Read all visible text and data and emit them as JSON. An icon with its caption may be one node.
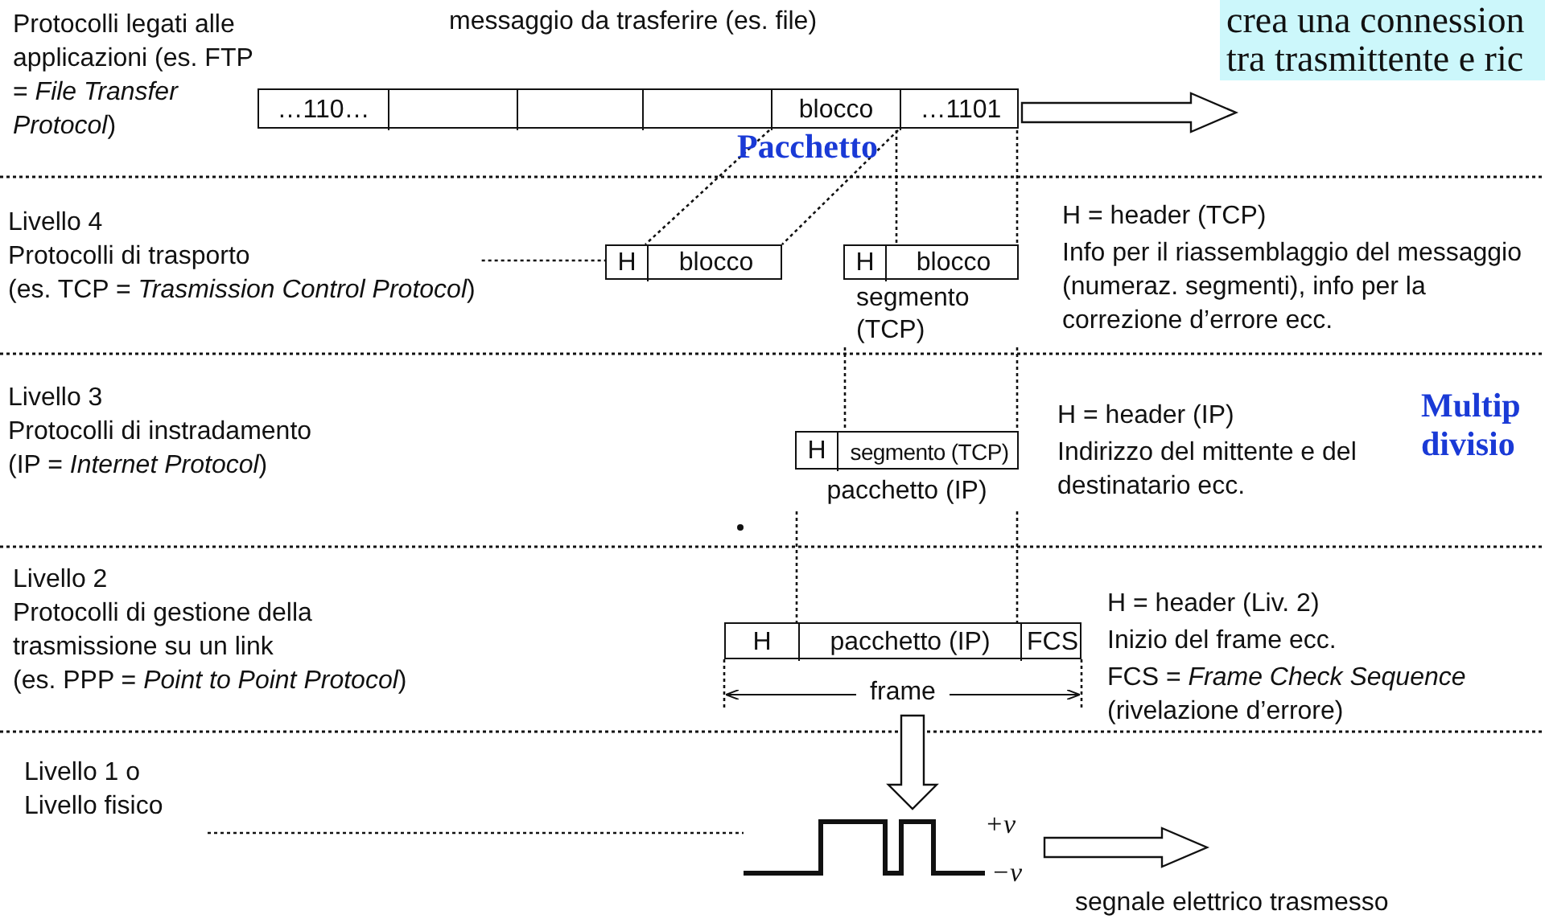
{
  "diagram": {
    "nodes": [
      {
        "text": [
          "messaggio da trasferire (es. file)"
        ]
      },
      {
        "text": [
          "…110…"
        ],
        "in": 0
      },
      {
        "text": [],
        "shape": "box",
        "in": 0
      },
      {
        "text": [],
        "shape": "box",
        "in": 0
      },
      {
        "text": [],
        "shape": "box",
        "in": 0
      },
      {
        "text": [
          "blocco"
        ],
        "in": 0
      },
      {
        "text": [
          "…1101"
        ],
        "in": 0
      },
      {
        "text": [
          "Livello 4",
          "Protocolli di trasporto",
          "(es. TCP = *Trasmission Control Protocol*)"
        ]
      },
      {
        "text": [],
        "shape": "box"
      },
      {
        "text": [
          "H"
        ],
        "in": 8
      },
      {
        "text": [
          "blocco"
        ],
        "in": 8
      },
      {
        "text": [],
        "shape": "box",
        "beside": [
          "segmento (TCP)"
        ]
      },
      {
        "text": [
          "H"
        ],
        "in": 11
      },
      {
        "text": [
          "blocco"
        ],
        "in": 11
      },
      {
        "text": [
          "Livello 3",
          "Protocolli di instradamento",
          "(IP = *Internet Protocol*)"
        ]
      },
      {
        "text": [],
        "shape": "box",
        "beside": [
          "pacchetto (IP)"
        ]
      },
      {
        "text": [
          "H"
        ],
        "in": 15
      },
      {
        "text": [
          "segmento (TCP)"
        ],
        "in": 15
      },
      {
        "text": [
          "Livello 2",
          "Protocolli di gestione della trasmissione su un link",
          "(es. PPP = *Point to Point Protocol*)"
        ]
      },
      {
        "text": [],
        "shape": "box",
        "beside": [
          "frame"
        ]
      },
      {
        "text": [
          "H"
        ],
        "in": 19
      },
      {
        "text": [
          "pacchetto (IP)"
        ],
        "in": 19
      },
      {
        "text": [
          "FCS"
        ],
        "in": 19
      },
      {
        "text": [
          "Livello 1 o Livello fisico"
        ]
      },
      {
        "text": [
          "+v",
          "−v"
        ]
      },
      {
        "text": [
          "crea una connession tra trasmittente e ric"
        ]
      }
    ],
    "edges": [
      {
        "from": 5,
        "to": 8,
        "arrow": "none",
        "style": "dashed"
      },
      {
        "from": 5,
        "to": 8,
        "arrow": "none",
        "style": "dashed"
      },
      {
        "from": 7,
        "to": 8,
        "arrow": "none",
        "style": "dashed"
      },
      {
        "from": 19,
        "to": 24,
        "arrow": "to"
      },
      {
        "from": 0,
        "to": null,
        "arrow": "to"
      },
      {
        "from": 24,
        "to": null,
        "arrow": "to"
      },
      {
        "from": 23,
        "to": 24,
        "arrow": "none",
        "style": "dashed"
      },
      {
        "from": 5,
        "to": 11,
        "arrow": "none",
        "style": "dashed"
      },
      {
        "from": 6,
        "to": 11,
        "arrow": "none",
        "style": "dashed"
      },
      {
        "from": 11,
        "to": 15,
        "arrow": "none",
        "style": "dashed"
      },
      {
        "from": 11,
        "to": 15,
        "arrow": "none",
        "style": "dashed"
      },
      {
        "from": 15,
        "to": 19,
        "arrow": "none",
        "style": "dashed"
      },
      {
        "from": 15,
        "to": 19,
        "arrow": "none",
        "style": "dashed"
      }
    ],
    "labels": [
      "Protocolli legati alle applicazioni (es. FTP = *File Transfer Protocol*)",
      "Pacchetto",
      "H = header (TCP)",
      "Info per il riassemblaggio del messaggio (numeraz. segmenti), info per la correzione d’errore ecc.",
      "H = header (IP)",
      "Indirizzo del mittente e del destinatario ecc.",
      "Multip divisio",
      "H = header (Liv. 2)",
      "Inizio del frame ecc.",
      "FCS = *Frame Check Sequence* (rivelazione d’errore)",
      "segnale elettrico trasmesso"
    ]
  }
}
